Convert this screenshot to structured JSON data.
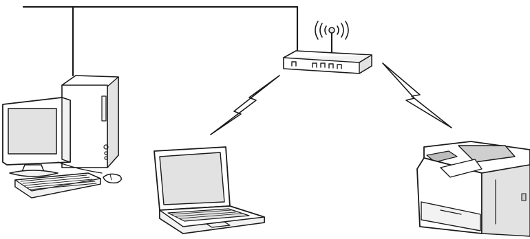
{
  "diagram": {
    "devices": [
      {
        "id": "desktop",
        "icon": "desktop-computer-icon",
        "connection": "wired"
      },
      {
        "id": "router",
        "icon": "wireless-access-point-icon",
        "connection": "wired"
      },
      {
        "id": "laptop",
        "icon": "laptop-icon",
        "connection": "wireless"
      },
      {
        "id": "printer",
        "icon": "printer-icon",
        "connection": "wireless"
      }
    ],
    "wired_connections": [
      [
        "desktop",
        "router"
      ]
    ],
    "wireless_links": [
      [
        "router",
        "laptop"
      ],
      [
        "router",
        "printer"
      ]
    ],
    "colors": {
      "line": "#1a1a1a",
      "background": "#ffffff"
    }
  }
}
